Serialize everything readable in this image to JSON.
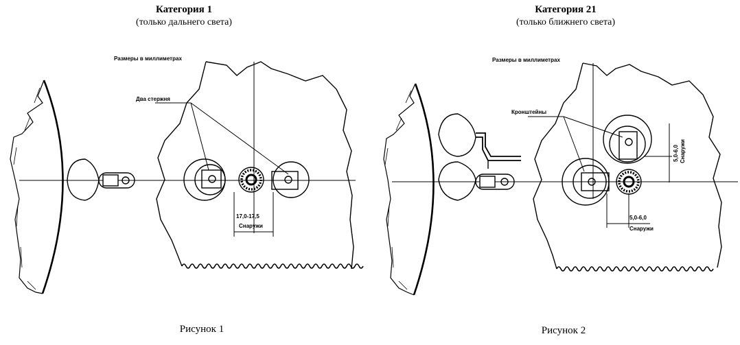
{
  "figure1": {
    "title": "Категория 1",
    "subtitle": "(только дальнего света)",
    "dimensions_note": "Размеры в миллиметрах",
    "pointer_label": "Два стержня",
    "dimension_value": "17,0-17,5",
    "dimension_side": "Снаружи",
    "caption": "Рисунок 1"
  },
  "figure2": {
    "title": "Категория 21",
    "subtitle": "(только ближнего света)",
    "dimensions_note": "Размеры в миллиметрах",
    "pointer_label": "Кронштейны",
    "dimension_vertical": "5,0-6,0",
    "dimension_vertical_side": "Снаружи",
    "dimension_horizontal": "5,0-6,0",
    "dimension_horizontal_side": "Снаружи",
    "caption": "Рисунок 2"
  }
}
